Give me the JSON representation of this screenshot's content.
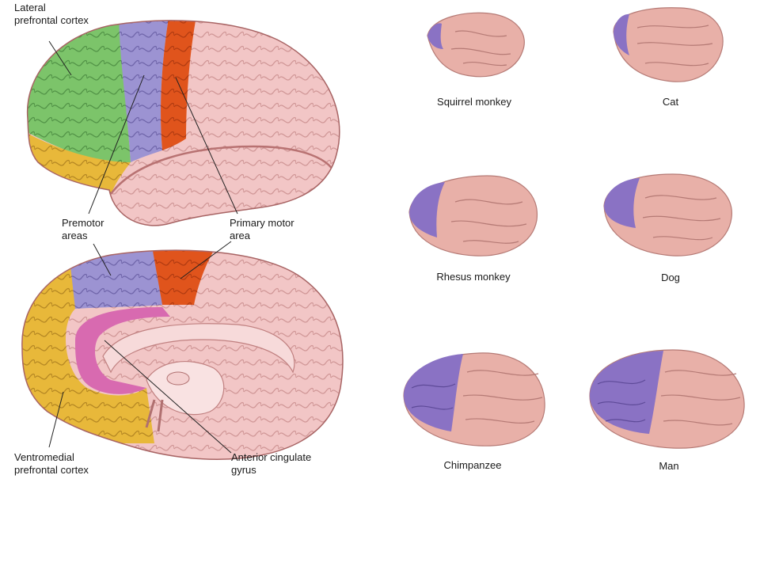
{
  "labels": {
    "lateral": [
      "Lateral",
      "prefrontal cortex"
    ],
    "premotor": [
      "Premotor",
      "areas"
    ],
    "primary_motor": [
      "Primary motor",
      "area"
    ],
    "ventromedial": [
      "Ventromedial",
      "prefrontal cortex"
    ],
    "anterior_cingulate": [
      "Anterior cingulate",
      "gyrus"
    ]
  },
  "species": [
    {
      "name": "Squirrel monkey"
    },
    {
      "name": "Cat"
    },
    {
      "name": "Rhesus monkey"
    },
    {
      "name": "Dog"
    },
    {
      "name": "Chimpanzee"
    },
    {
      "name": "Man"
    }
  ],
  "colors": {
    "prefrontal_lateral": "#7cc46a",
    "orbital": "#e8b83a",
    "premotor": "#9c93d2",
    "primary_motor": "#e0541c",
    "cortex": "#f2c6c6",
    "cingulate": "#d86ab0",
    "comparative_prefrontal": "#8a72c4",
    "comparative_cortex": "#e8b0a8"
  }
}
